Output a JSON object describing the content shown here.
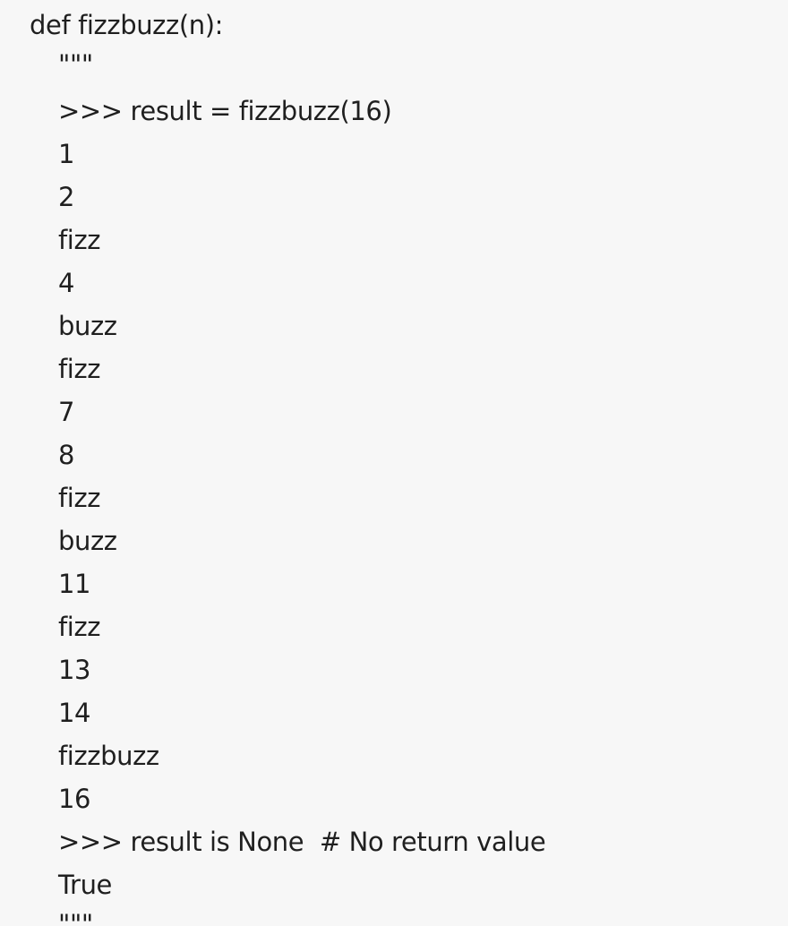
{
  "code": {
    "lines": [
      "def fizzbuzz(n):",
      "\"\"\"",
      ">>> result = fizzbuzz(16)",
      "1",
      "2",
      "fizz",
      "4",
      "buzz",
      "fizz",
      "7",
      "8",
      "fizz",
      "buzz",
      "11",
      "fizz",
      "13",
      "14",
      "fizzbuzz",
      "16",
      ">>> result is None  # No return value",
      "True",
      "\"\"\""
    ]
  }
}
